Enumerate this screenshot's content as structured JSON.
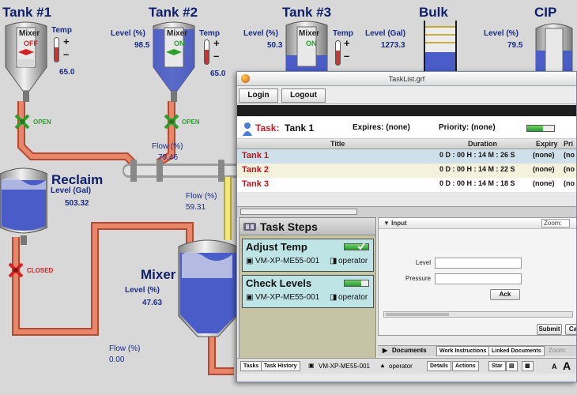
{
  "scada": {
    "tank1": {
      "title": "Tank #1",
      "mixer_label": "Mixer",
      "mixer_state": "OFF",
      "temp_label": "Temp",
      "temp_value": "65.0",
      "valve_state": "OPEN"
    },
    "tank2": {
      "title": "Tank #2",
      "level_label": "Level (%)",
      "level_value": "98.5",
      "mixer_label": "Mixer",
      "mixer_state": "ON",
      "temp_label": "Temp",
      "temp_value": "65.0",
      "valve_state": "OPEN"
    },
    "tank3": {
      "title": "Tank #3",
      "level_label": "Level (%)",
      "level_value": "50.3",
      "mixer_label": "Mixer",
      "mixer_state": "ON",
      "temp_label": "Temp"
    },
    "bulk": {
      "title": "Bulk",
      "level_label": "Level (Gal)",
      "level_value": "1273.3"
    },
    "cip": {
      "title": "CIP",
      "level_label": "Level (%)",
      "level_value": "79.5"
    },
    "flow1": {
      "label": "Flow (%)",
      "value": "79.46"
    },
    "flow2": {
      "label": "Flow (%)",
      "value": "59.31"
    },
    "flow3": {
      "label": "Flow (%)",
      "value": "0.00"
    },
    "reclaim": {
      "title": "Reclaim",
      "level_label": "Level (Gal)",
      "level_value": "503.32",
      "valve_state": "CLOSED"
    },
    "mixer": {
      "title": "Mixer",
      "level_label": "Level (%)",
      "level_value": "47.63"
    },
    "colors": {
      "hot_pipe": "#e8866a",
      "cold_pipe": "#c9c9c9",
      "yellow_pipe": "#f2e77a",
      "tank_liquid": "#4a5cc7",
      "on_green": "#2aa02a",
      "off_red": "#d42020"
    }
  },
  "window": {
    "title": "TaskList.grf",
    "login_label": "Login",
    "logout_label": "Logout",
    "task": {
      "prefix": "Task:",
      "name": "Tank 1",
      "expires_label": "Expires: (none)",
      "priority_label": "Priority: (none)"
    },
    "table": {
      "headers": [
        "Title",
        "Duration",
        "Expiry",
        "Pri"
      ],
      "rows": [
        {
          "title": "Tank 1",
          "duration": "0 D : 00 H : 14 M : 26 S",
          "expiry": "(none)",
          "priority": "(no"
        },
        {
          "title": "Tank 2",
          "duration": "0 D : 00 H : 14 M : 22 S",
          "expiry": "(none)",
          "priority": "(no"
        },
        {
          "title": "Tank 3",
          "duration": "0 D : 00 H : 14 M : 18 S",
          "expiry": "(none)",
          "priority": "(no"
        }
      ]
    },
    "steps": {
      "header": "Task Steps",
      "items": [
        {
          "title": "Adjust Temp",
          "station": "VM-XP-ME55-001",
          "role": "operator",
          "done": true
        },
        {
          "title": "Check Levels",
          "station": "VM-XP-ME55-001",
          "role": "operator",
          "done": false
        }
      ]
    },
    "input": {
      "header": "Input",
      "zoom_label": "Zoom:",
      "level_label": "Level",
      "pressure_label": "Pressure",
      "ack_label": "Ack",
      "submit_label": "Submit",
      "cancel_label": "Ca"
    },
    "docs": {
      "label": "Documents",
      "work_instructions": "Work Instructions",
      "linked_documents": "Linked Documents",
      "zoom_label": "Zoom:"
    },
    "bottom": {
      "tabs_label": "Tasks",
      "history_label": "Task History",
      "station": "VM-XP-ME55-001",
      "role": "operator",
      "details_label": "Details",
      "actions_label": "Actions",
      "star_label": "Star",
      "font_small": "A",
      "font_large": "A"
    }
  }
}
